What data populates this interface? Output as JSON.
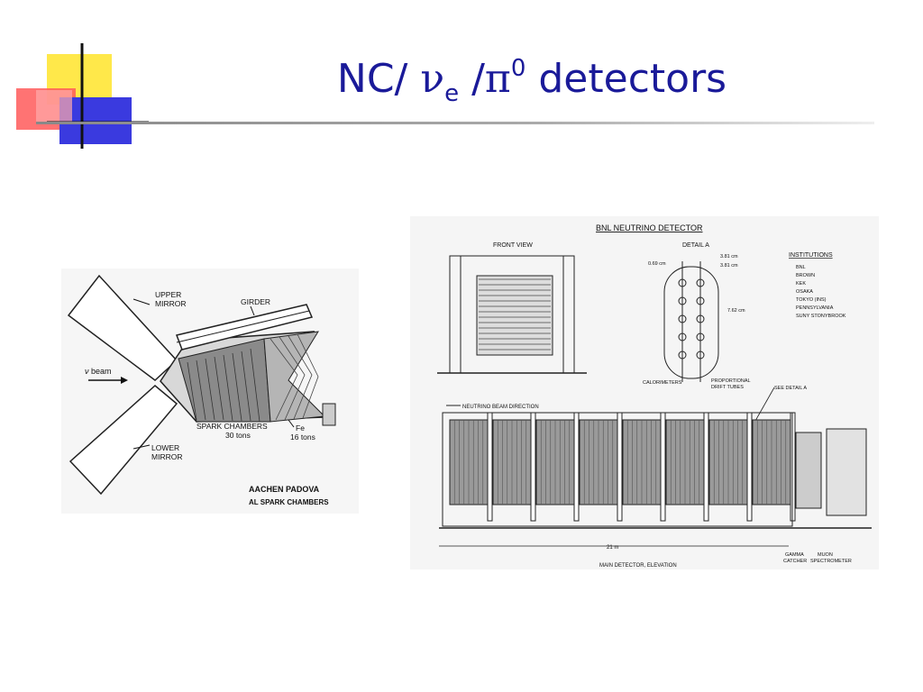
{
  "slide": {
    "title": {
      "prefix": "NC/ ",
      "nu": "ν",
      "nu_sub": "e",
      "mid": " /",
      "pi": "π",
      "pi_sup": "0",
      "suffix": " detectors"
    }
  },
  "aachen_figure": {
    "upper_mirror": [
      "UPPER",
      "MIRROR"
    ],
    "lower_mirror": [
      "LOWER",
      "MIRROR"
    ],
    "girder": "GIRDER",
    "beam_nu": "ν",
    "beam_word": "beam",
    "spark_chambers": [
      "SPARK CHAMBERS",
      "30 tons"
    ],
    "fe": [
      "Fe",
      "16 tons"
    ],
    "caption": [
      "AACHEN  PADOVA",
      "AL  SPARK  CHAMBERS"
    ]
  },
  "bnl_figure": {
    "title": "BNL  NEUTRINO  DETECTOR",
    "front_view": "FRONT VIEW",
    "detail_a": "DETAIL  A",
    "dim_069": "0.69 cm",
    "dim_381a": "3.81 cm",
    "dim_381b": "3.81 cm",
    "dim_762": "7.62 cm",
    "calorimeters": "CALORIMETERS",
    "drift_tubes": [
      "PROPORTIONAL",
      "DRIFT TUBES"
    ],
    "institutions_heading": "INSTITUTIONS",
    "institutions": [
      "BNL",
      "BROWN",
      "KEK",
      "OSAKA",
      "TOKYO (INS)",
      "PENNSYLVANIA",
      "SUNY STONYBROOK"
    ],
    "beam_direction": "NEUTRINO BEAM DIRECTION",
    "see_detail": "SEE DETAIL A",
    "length": "21 m",
    "gamma_catcher": [
      "GAMMA",
      "CATCHER"
    ],
    "muon_spectrometer": [
      "MUON",
      "SPECTROMETER"
    ],
    "main_caption": "MAIN DETECTOR, ELEVATION"
  }
}
